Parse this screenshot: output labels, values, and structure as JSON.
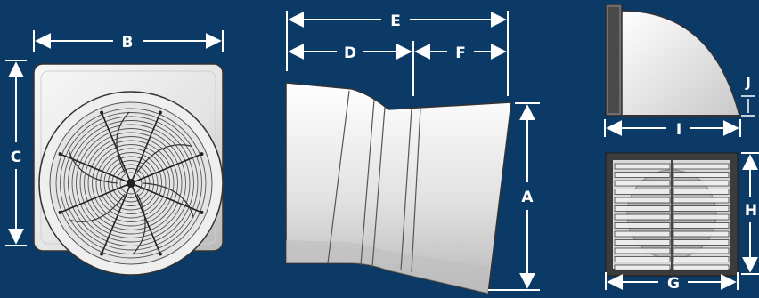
{
  "colors": {
    "background": "#0c3a66",
    "dimension_line": "#ffffff",
    "housing_light": "#f2f2f2",
    "housing_mid": "#d4d4d4",
    "housing_dark": "#a9a9a9",
    "outline": "#222222"
  },
  "labels": {
    "A": "A",
    "B": "B",
    "C": "C",
    "D": "D",
    "E": "E",
    "F": "F",
    "G": "G",
    "H": "H",
    "I": "I",
    "J": "J"
  }
}
